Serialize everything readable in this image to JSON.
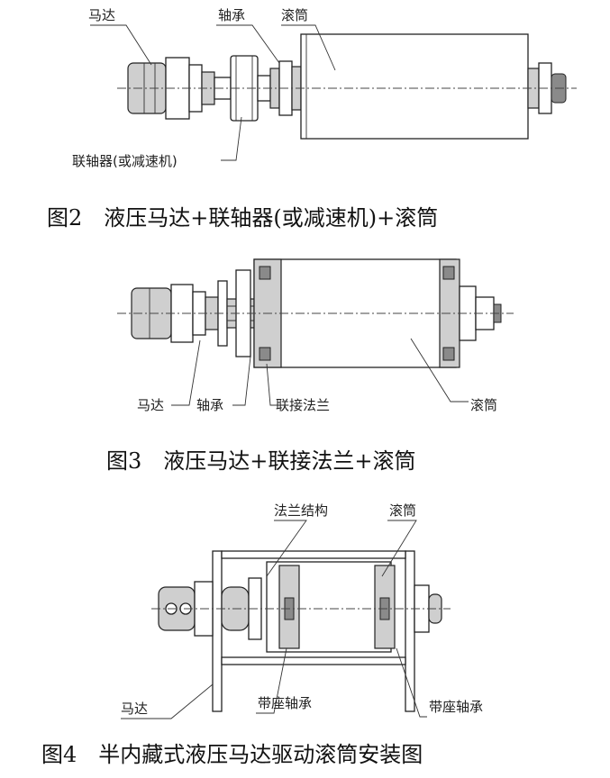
{
  "figure2": {
    "caption": "图2　液压马达+联轴器(或减速机)+滚筒",
    "labels": {
      "motor": "马达",
      "bearing": "轴承",
      "drum": "滚筒",
      "coupling": "联轴器(或减速机)"
    }
  },
  "figure3": {
    "caption": "图3　液压马达+联接法兰+滚筒",
    "labels": {
      "motor": "马达",
      "bearing": "轴承",
      "flange": "联接法兰",
      "drum": "滚筒"
    }
  },
  "figure4": {
    "caption": "图4　半内藏式液压马达驱动滚筒安装图",
    "labels": {
      "flange_structure": "法兰结构",
      "drum": "滚筒",
      "motor": "马达",
      "seat_bearing_left": "带座轴承",
      "seat_bearing_right": "带座轴承"
    }
  }
}
